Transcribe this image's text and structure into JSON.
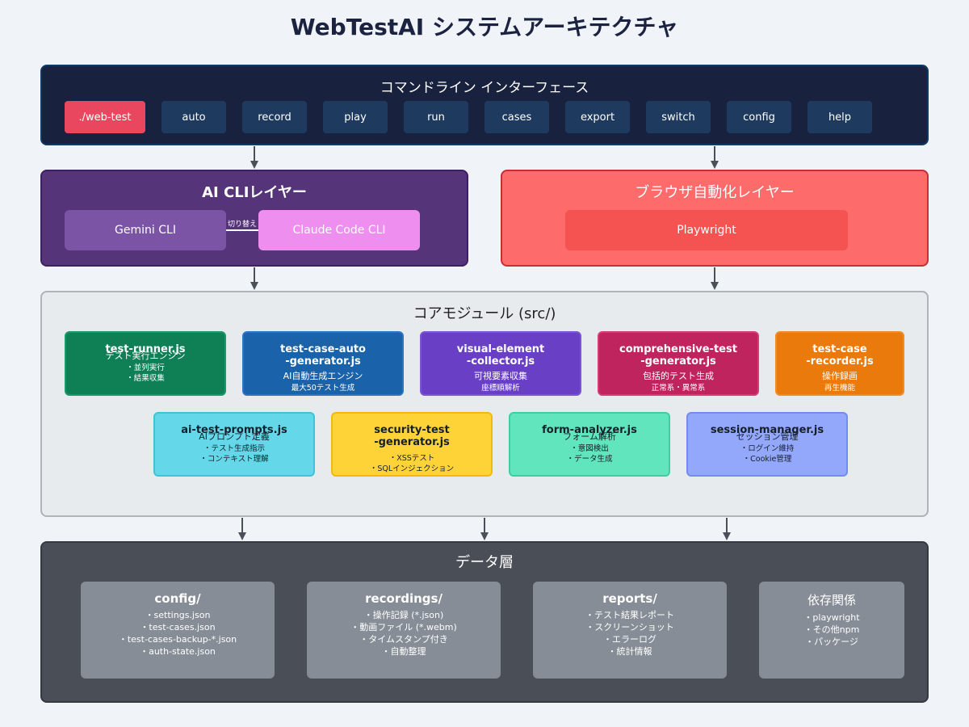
{
  "title": "WebTestAI システムアーキテクチャ",
  "cli": {
    "title": "コマンドライン インターフェース",
    "commands": [
      "./web-test",
      "auto",
      "record",
      "play",
      "run",
      "cases",
      "export",
      "switch",
      "config",
      "help"
    ]
  },
  "ai_layer": {
    "title": "AI CLIレイヤー",
    "left": "Gemini CLI",
    "right": "Claude Code CLI",
    "switch_label": "切り替え"
  },
  "browser_layer": {
    "title": "ブラウザ自動化レイヤー",
    "tool": "Playwright"
  },
  "core": {
    "title": "コアモジュール (src/)",
    "modules": [
      {
        "name1": "test-runner.js",
        "name2": "",
        "desc": "テスト実行エンジン",
        "d1": "・並列実行",
        "d2": "・結果収集"
      },
      {
        "name1": "test-case-auto",
        "name2": "-generator.js",
        "desc": "AI自動生成エンジン",
        "d1": "最大50テスト生成",
        "d2": ""
      },
      {
        "name1": "visual-element",
        "name2": "-collector.js",
        "desc": "可視要素収集",
        "d1": "座標順解析",
        "d2": ""
      },
      {
        "name1": "comprehensive-test",
        "name2": "-generator.js",
        "desc": "包括的テスト生成",
        "d1": "正常系・異常系",
        "d2": ""
      },
      {
        "name1": "test-case",
        "name2": "-recorder.js",
        "desc": "操作録画",
        "d1": "再生機能",
        "d2": ""
      },
      {
        "name1": "ai-test-prompts.js",
        "name2": "",
        "desc": "AIプロンプト定義",
        "d1": "・テスト生成指示",
        "d2": "・コンテキスト理解"
      },
      {
        "name1": "security-test",
        "name2": "-generator.js",
        "desc": "・XSSテスト",
        "d1": "・SQLインジェクション",
        "d2": ""
      },
      {
        "name1": "form-analyzer.js",
        "name2": "",
        "desc": "フォーム解析",
        "d1": "・意図検出",
        "d2": "・データ生成"
      },
      {
        "name1": "session-manager.js",
        "name2": "",
        "desc": "セッション管理",
        "d1": "・ログイン維持",
        "d2": "・Cookie管理"
      }
    ]
  },
  "data_layer": {
    "title": "データ層",
    "boxes": [
      {
        "name": "config/",
        "items": [
          "・settings.json",
          "・test-cases.json",
          "・test-cases-backup-*.json",
          "・auth-state.json"
        ]
      },
      {
        "name": "recordings/",
        "items": [
          "・操作記録 (*.json)",
          "・動画ファイル (*.webm)",
          "・タイムスタンプ付き",
          "・自動整理"
        ]
      },
      {
        "name": "reports/",
        "items": [
          "・テスト結果レポート",
          "・スクリーンショット",
          "・エラーログ",
          "・統計情報"
        ]
      },
      {
        "name": "依存関係",
        "items": [
          "・playwright",
          "・その他npm",
          "・パッケージ"
        ]
      }
    ]
  },
  "colors": {
    "cli_bg": "#18213d",
    "ai_bg": "#55347a",
    "browser_bg": "#fe6b6b",
    "core_bg": "#e8ebee",
    "data_bg": "#4a4e57"
  }
}
